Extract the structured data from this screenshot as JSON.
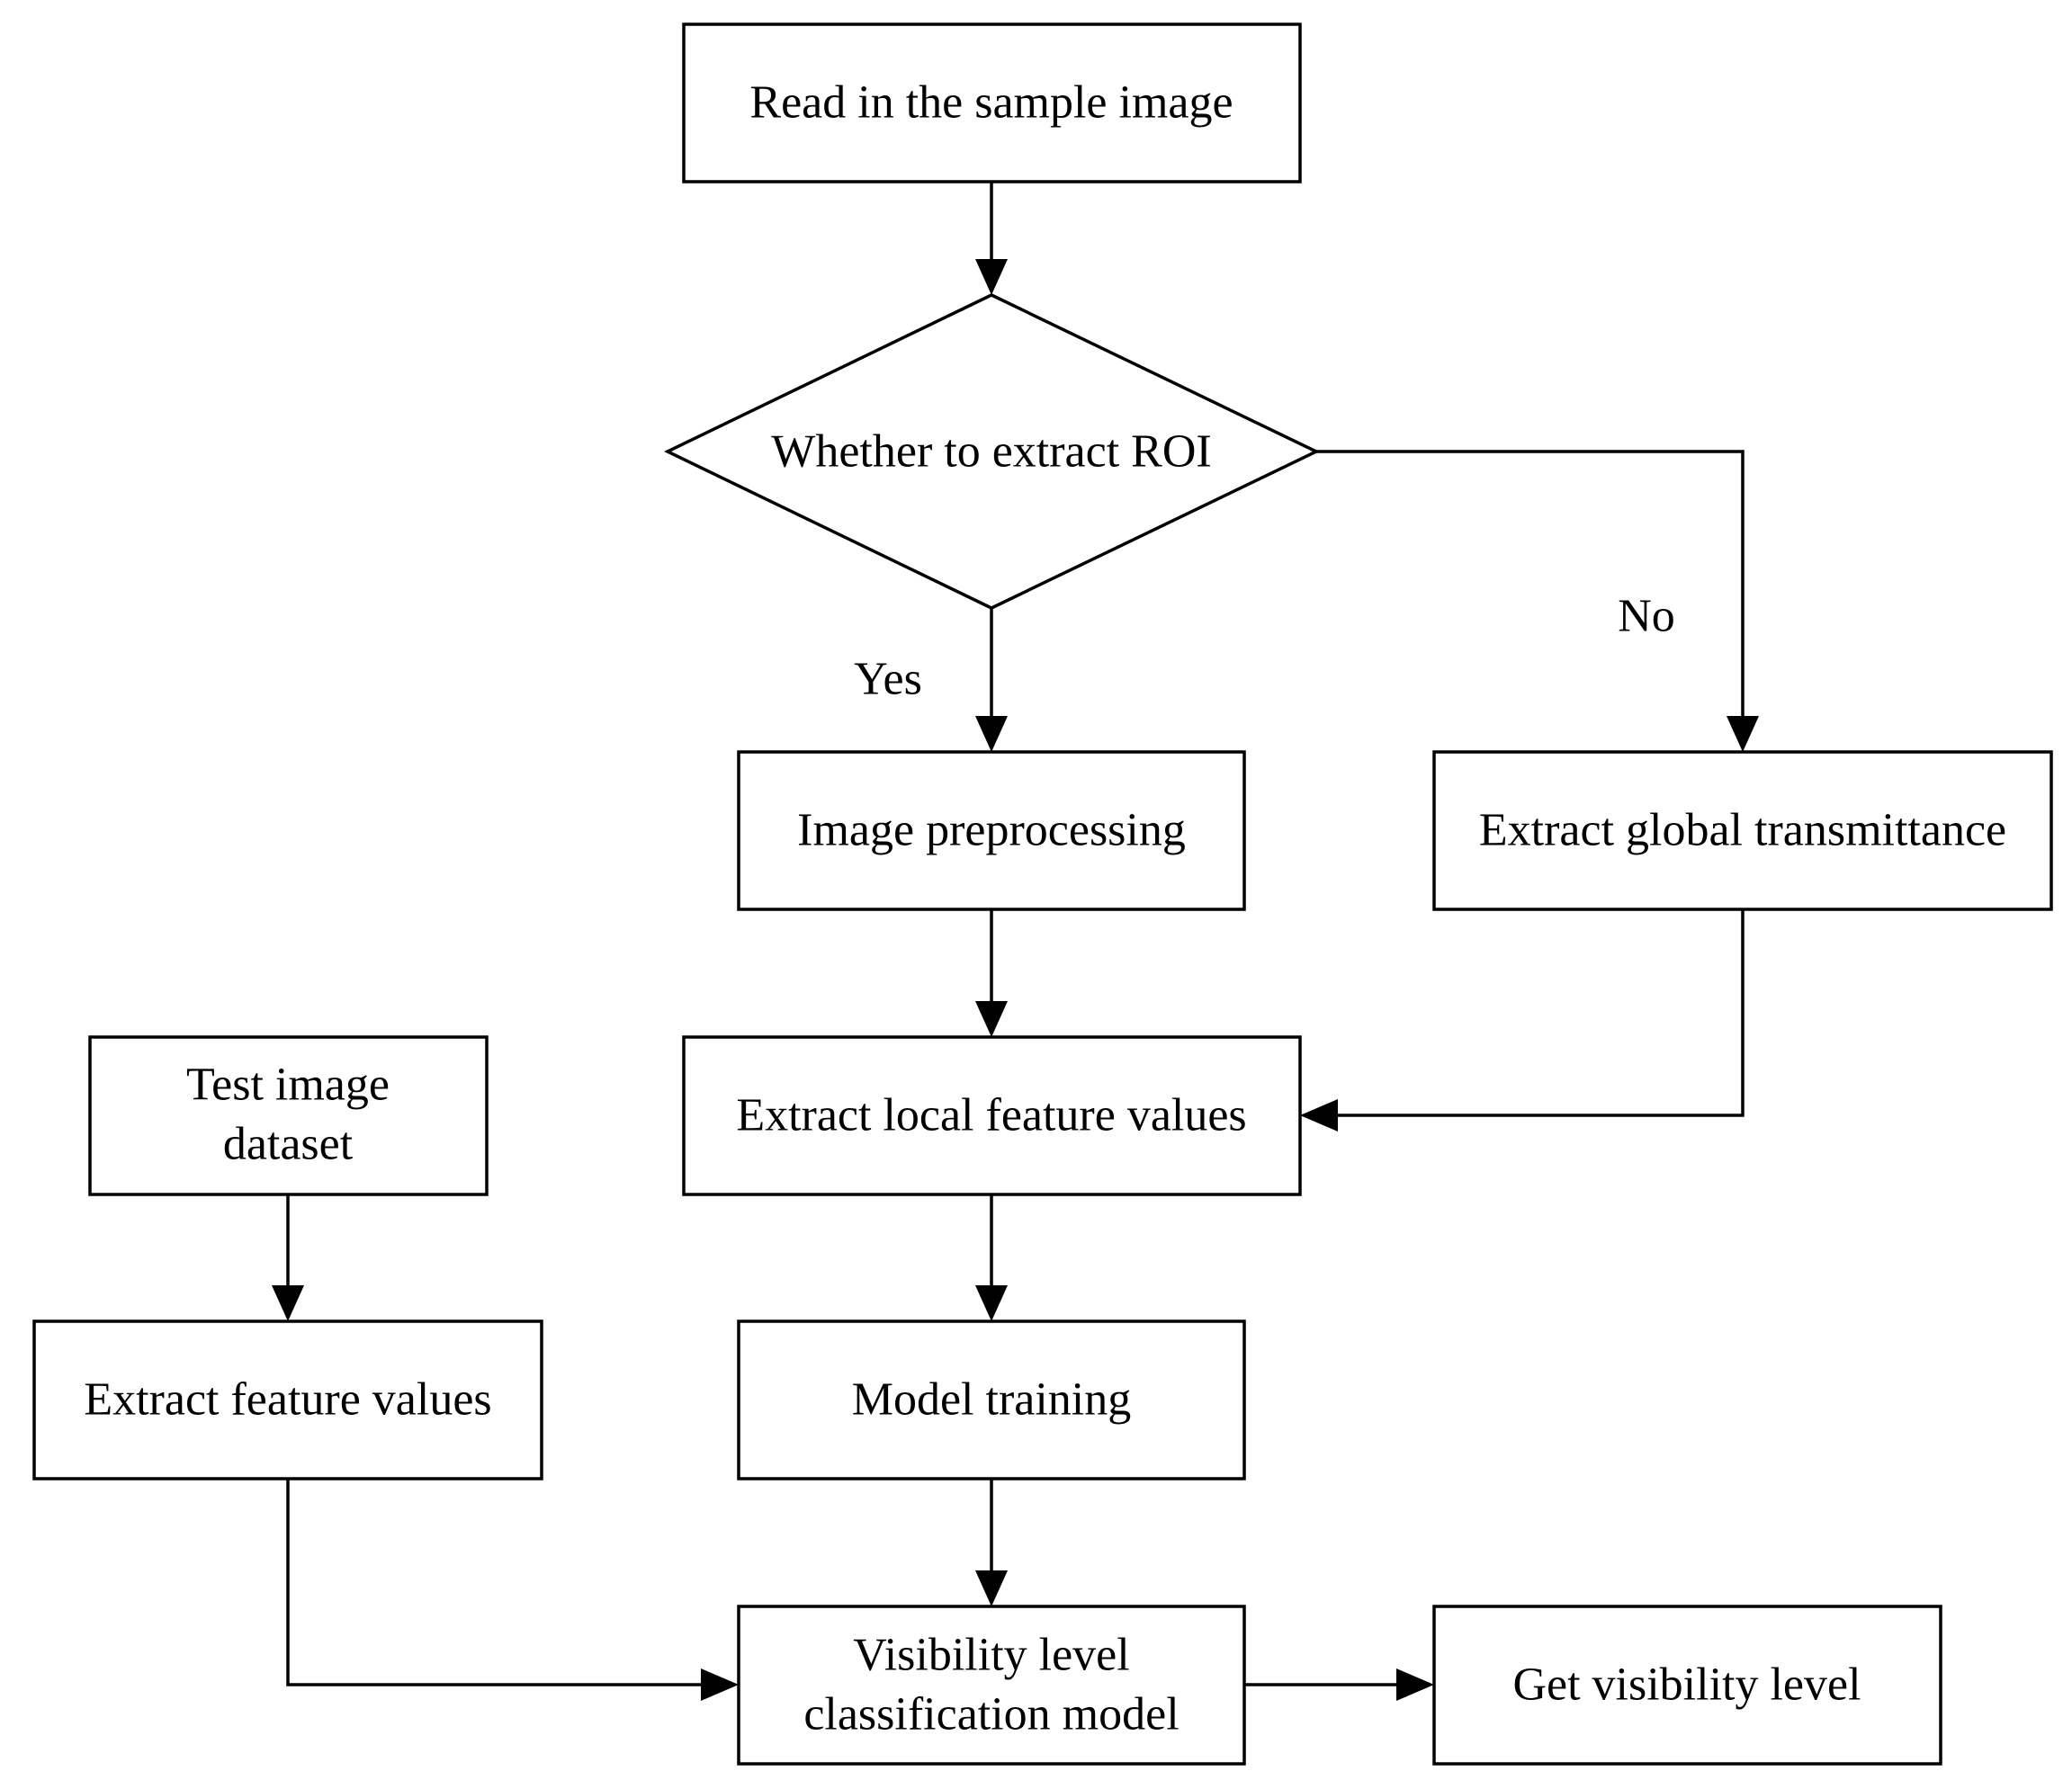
{
  "nodes": {
    "read_sample": "Read in the sample image",
    "decision_roi": "Whether to extract ROI",
    "preprocessing": "Image preprocessing",
    "global_transmittance": "Extract global transmittance",
    "local_features": "Extract local feature values",
    "test_dataset_line1": "Test image",
    "test_dataset_line2": "dataset",
    "extract_features": "Extract feature values",
    "model_training": "Model training",
    "classification_line1": "Visibility level",
    "classification_line2": "classification model",
    "get_level": "Get visibility level"
  },
  "edges": {
    "yes_label": "Yes",
    "no_label": "No"
  }
}
